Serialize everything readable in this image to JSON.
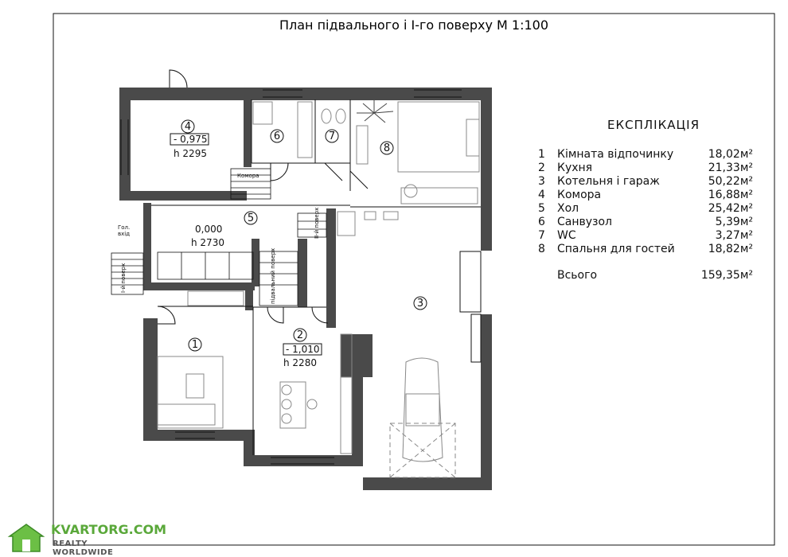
{
  "title": "План підвального і I-го поверху М 1:100",
  "rooms": [
    {
      "num": "1"
    },
    {
      "num": "2",
      "level": "- 1,010",
      "height": "h 2280"
    },
    {
      "num": "3"
    },
    {
      "num": "4",
      "level": "- 0,975",
      "height": "h 2295"
    },
    {
      "num": "5",
      "level": "0,000",
      "height": "h 2730"
    },
    {
      "num": "6"
    },
    {
      "num": "7"
    },
    {
      "num": "8"
    }
  ],
  "annotations": {
    "komora": "Комора",
    "entrance_1": "Гол.",
    "entrance_2": "вхід",
    "stair_1": "I-й поверх",
    "stair_2": "II-й поверх",
    "stair_3": "підвальний поверх"
  },
  "legend": {
    "heading": "ЕКСПЛІКАЦІЯ",
    "items": [
      {
        "n": "1",
        "name": "Кімната відпочинку",
        "area": "18,02м²"
      },
      {
        "n": "2",
        "name": "Кухня",
        "area": "21,33м²"
      },
      {
        "n": "3",
        "name": "Котельня і гараж",
        "area": "50,22м²"
      },
      {
        "n": "4",
        "name": "Комора",
        "area": "16,88м²"
      },
      {
        "n": "5",
        "name": "Хол",
        "area": "25,42м²"
      },
      {
        "n": "6",
        "name": "Санвузол",
        "area": "5,39м²"
      },
      {
        "n": "7",
        "name": "WC",
        "area": "3,27м²"
      },
      {
        "n": "8",
        "name": "Спальня для гостей",
        "area": "18,82м²"
      }
    ],
    "total_label": "Всього",
    "total_area": "159,35м²"
  },
  "watermark": {
    "site": "KVARTORG.COM",
    "tagline": "REALTY WORLDWIDE"
  },
  "colors": {
    "wall": "#4a4a4a",
    "line": "#111111",
    "furniture": "#888888",
    "watermark_green": "#5aa83a"
  }
}
